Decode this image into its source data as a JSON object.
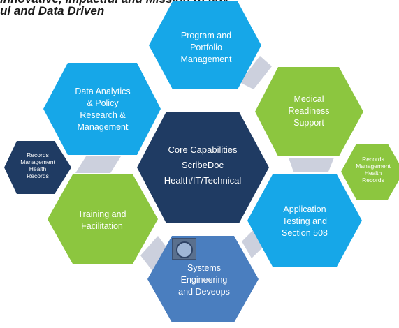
{
  "header": {
    "tagline_top": "Innovative, Impactful and Mission Ready",
    "tagline": "ul and Data Driven"
  },
  "colors": {
    "light_blue": "#16a7e8",
    "green": "#8cc63f",
    "navy": "#1f3b63",
    "steel_blue": "#4a7ebf",
    "connector": "#ccd0dd"
  },
  "hexagons": {
    "program": {
      "lines": [
        "Program and",
        "Portfolio",
        "Management"
      ]
    },
    "medical": {
      "lines": [
        "Medical",
        "Readiness",
        "Support"
      ]
    },
    "application": {
      "lines": [
        "Application",
        "Testing and",
        "Section 508"
      ]
    },
    "systems": {
      "lines": [
        "Systems",
        "Engineering",
        "and Deveops"
      ]
    },
    "training": {
      "lines": [
        "Training and",
        "Facilitation"
      ]
    },
    "data": {
      "lines": [
        "Data Analytics",
        "& Policy",
        "Research &",
        "Management"
      ]
    },
    "core": {
      "lines": [
        "Core Capabilities",
        "ScribeDoc",
        "Health/IT/Technical"
      ]
    },
    "records_left": {
      "lines": [
        "Records",
        "Management",
        "Health",
        "Records"
      ]
    },
    "records_right": {
      "lines": [
        "Records",
        "Management",
        "Health",
        "Records"
      ]
    }
  },
  "badge": {
    "icon": "agency-seal-icon"
  }
}
